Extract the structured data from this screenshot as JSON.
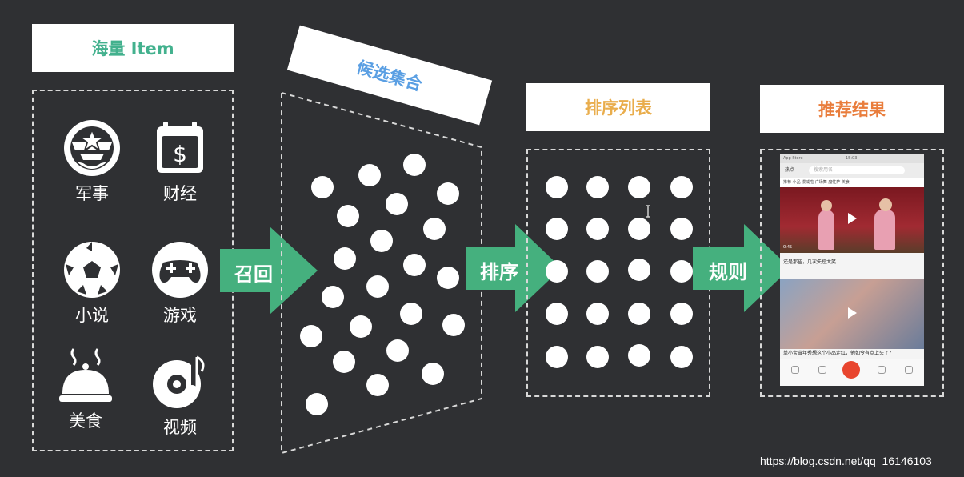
{
  "stages": [
    {
      "title": "海量 Item",
      "color": "#43b18e"
    },
    {
      "title": "候选集合",
      "color": "#5a9fe3"
    },
    {
      "title": "排序列表",
      "color": "#e9ad4c"
    },
    {
      "title": "推荐结果",
      "color": "#e97d3c"
    }
  ],
  "categories": [
    {
      "label": "军事",
      "icon": "military-badge-icon"
    },
    {
      "label": "财经",
      "icon": "finance-calendar-dollar-icon"
    },
    {
      "label": "小说",
      "icon": "soccer-ball-icon"
    },
    {
      "label": "游戏",
      "icon": "gamepad-icon"
    },
    {
      "label": "美食",
      "icon": "food-cloche-icon"
    },
    {
      "label": "视频",
      "icon": "music-disc-icon"
    }
  ],
  "arrows": [
    {
      "label": "召回"
    },
    {
      "label": "排序"
    },
    {
      "label": "规则"
    }
  ],
  "phone": {
    "status": "App Store",
    "time": "15:03",
    "nav_title": "热点",
    "search_placeholder": "搜索用名",
    "tabs": "推荐  小品  漫威啦  广场舞  魔性萨  美食",
    "caption1": "还是那些，几次失控大笑",
    "caption2": "单小宝当年秀想这个小品走红，他如今有点上头了？",
    "time_tag": "0:45"
  },
  "colors": {
    "accent_green": "#45b07e",
    "background": "#2f3033"
  },
  "watermark": "https://blog.csdn.net/qq_16146103"
}
